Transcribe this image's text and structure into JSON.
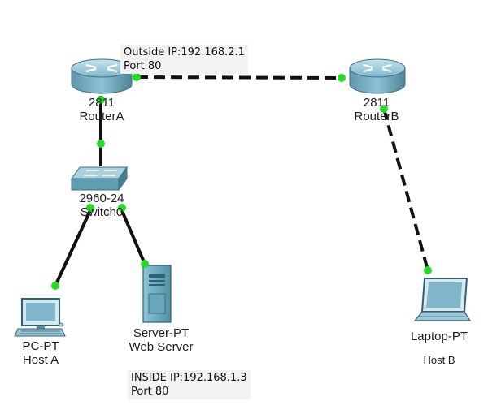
{
  "diagram": {
    "devices": {
      "router_a": {
        "model": "2811",
        "name": "RouterA"
      },
      "router_b": {
        "model": "2811",
        "name": "RouterB"
      },
      "switch0": {
        "model": "2960-24",
        "name": "Switch0"
      },
      "host_a": {
        "model": "PC-PT",
        "name": "Host A"
      },
      "web_server": {
        "model": "Server-PT",
        "name": "Web Server"
      },
      "host_b": {
        "model": "Laptop-PT",
        "name": "Host B"
      }
    },
    "notes": {
      "outside_ip": "Outside IP:192.168.2.1",
      "outside_port": "Port 80",
      "inside_ip": "INSIDE IP:192.168.1.3",
      "inside_port": "Port 80"
    },
    "link_status_color": "#22dd22",
    "router_color": "#5b9db2",
    "switch_color": "#6aa9c2",
    "serial_link_color": "#111111"
  }
}
